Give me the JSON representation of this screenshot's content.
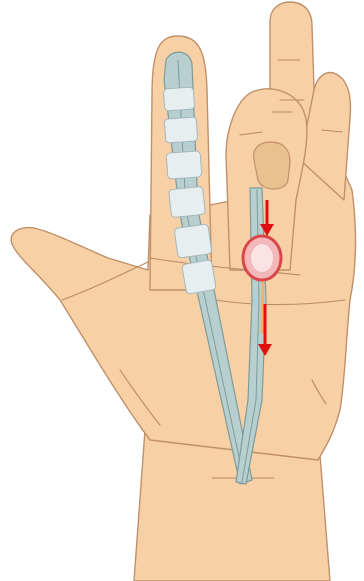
{
  "illustration": {
    "subject": "hand-with-finger-tendon-tubes",
    "colors": {
      "skin": "#f8d0a6",
      "skin_outline": "#c0906a",
      "crease": "#b98a66",
      "nail": "#e9c08f",
      "tube": "#b8cfcf",
      "tube_outline": "#7e9a9a",
      "tape": "#e6eef0",
      "tape_outline": "#a4b8bc",
      "nodule_fill": "#f3b8ba",
      "nodule_ring": "#d9474a",
      "nodule_highlight": "#fbe3e3",
      "arrow": "#e01010",
      "tendon_streak": "#f2b16a",
      "background": "#ffffff"
    },
    "arrows": [
      {
        "direction": "down"
      },
      {
        "direction": "down"
      }
    ]
  }
}
